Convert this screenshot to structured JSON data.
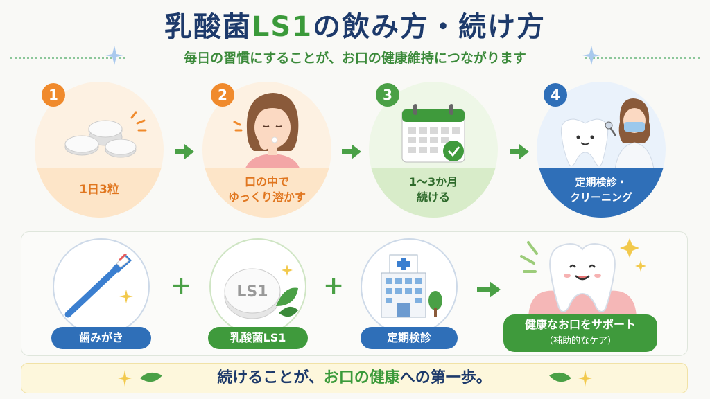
{
  "title": {
    "prefix": "乳酸菌",
    "accent": "LS1",
    "suffix": "の飲み方・続け方"
  },
  "subtitle": "毎日の習慣にすることが、お口の健康維持につながります",
  "steps": [
    {
      "num": "1",
      "label_line1": "1日3粒",
      "label_line2": ""
    },
    {
      "num": "2",
      "label_line1": "口の中で",
      "label_line2": "ゆっくり溶かす"
    },
    {
      "num": "3",
      "label_line1": "1～3か月",
      "label_line2": "続ける"
    },
    {
      "num": "4",
      "label_line1": "定期検診・",
      "label_line2": "クリーニング"
    }
  ],
  "routine": {
    "toothbrush_label": "歯みがき",
    "tablet_text": "LS1",
    "tablet_label": "乳酸菌LS1",
    "checkup_label": "定期検診",
    "result_line1": "健康なお口をサポート",
    "result_line2": "（補助的なケア）",
    "plus": "+"
  },
  "footer": {
    "part1": "続けることが、",
    "part2": "お口の健康",
    "part3": "への第一歩。"
  },
  "colors": {
    "navy": "#1d3a6b",
    "green": "#3b9a3a",
    "orange": "#f08a2c",
    "step1_bg": "#fdeedd",
    "step2_bg": "#fdeedd",
    "step3_bg": "#e6f3dc",
    "step4_bg": "#e4eef9",
    "blue_pill": "#2f6fb8",
    "green_pill": "#3f9a3c"
  },
  "icons": [
    "tablets-icon",
    "woman-icon",
    "calendar-check-icon",
    "tooth-dentist-icon",
    "toothbrush-icon",
    "ls1-tablet-icon",
    "hospital-icon",
    "happy-tooth-icon",
    "arrow-right-icon",
    "leaf-icon",
    "sparkle-icon"
  ]
}
